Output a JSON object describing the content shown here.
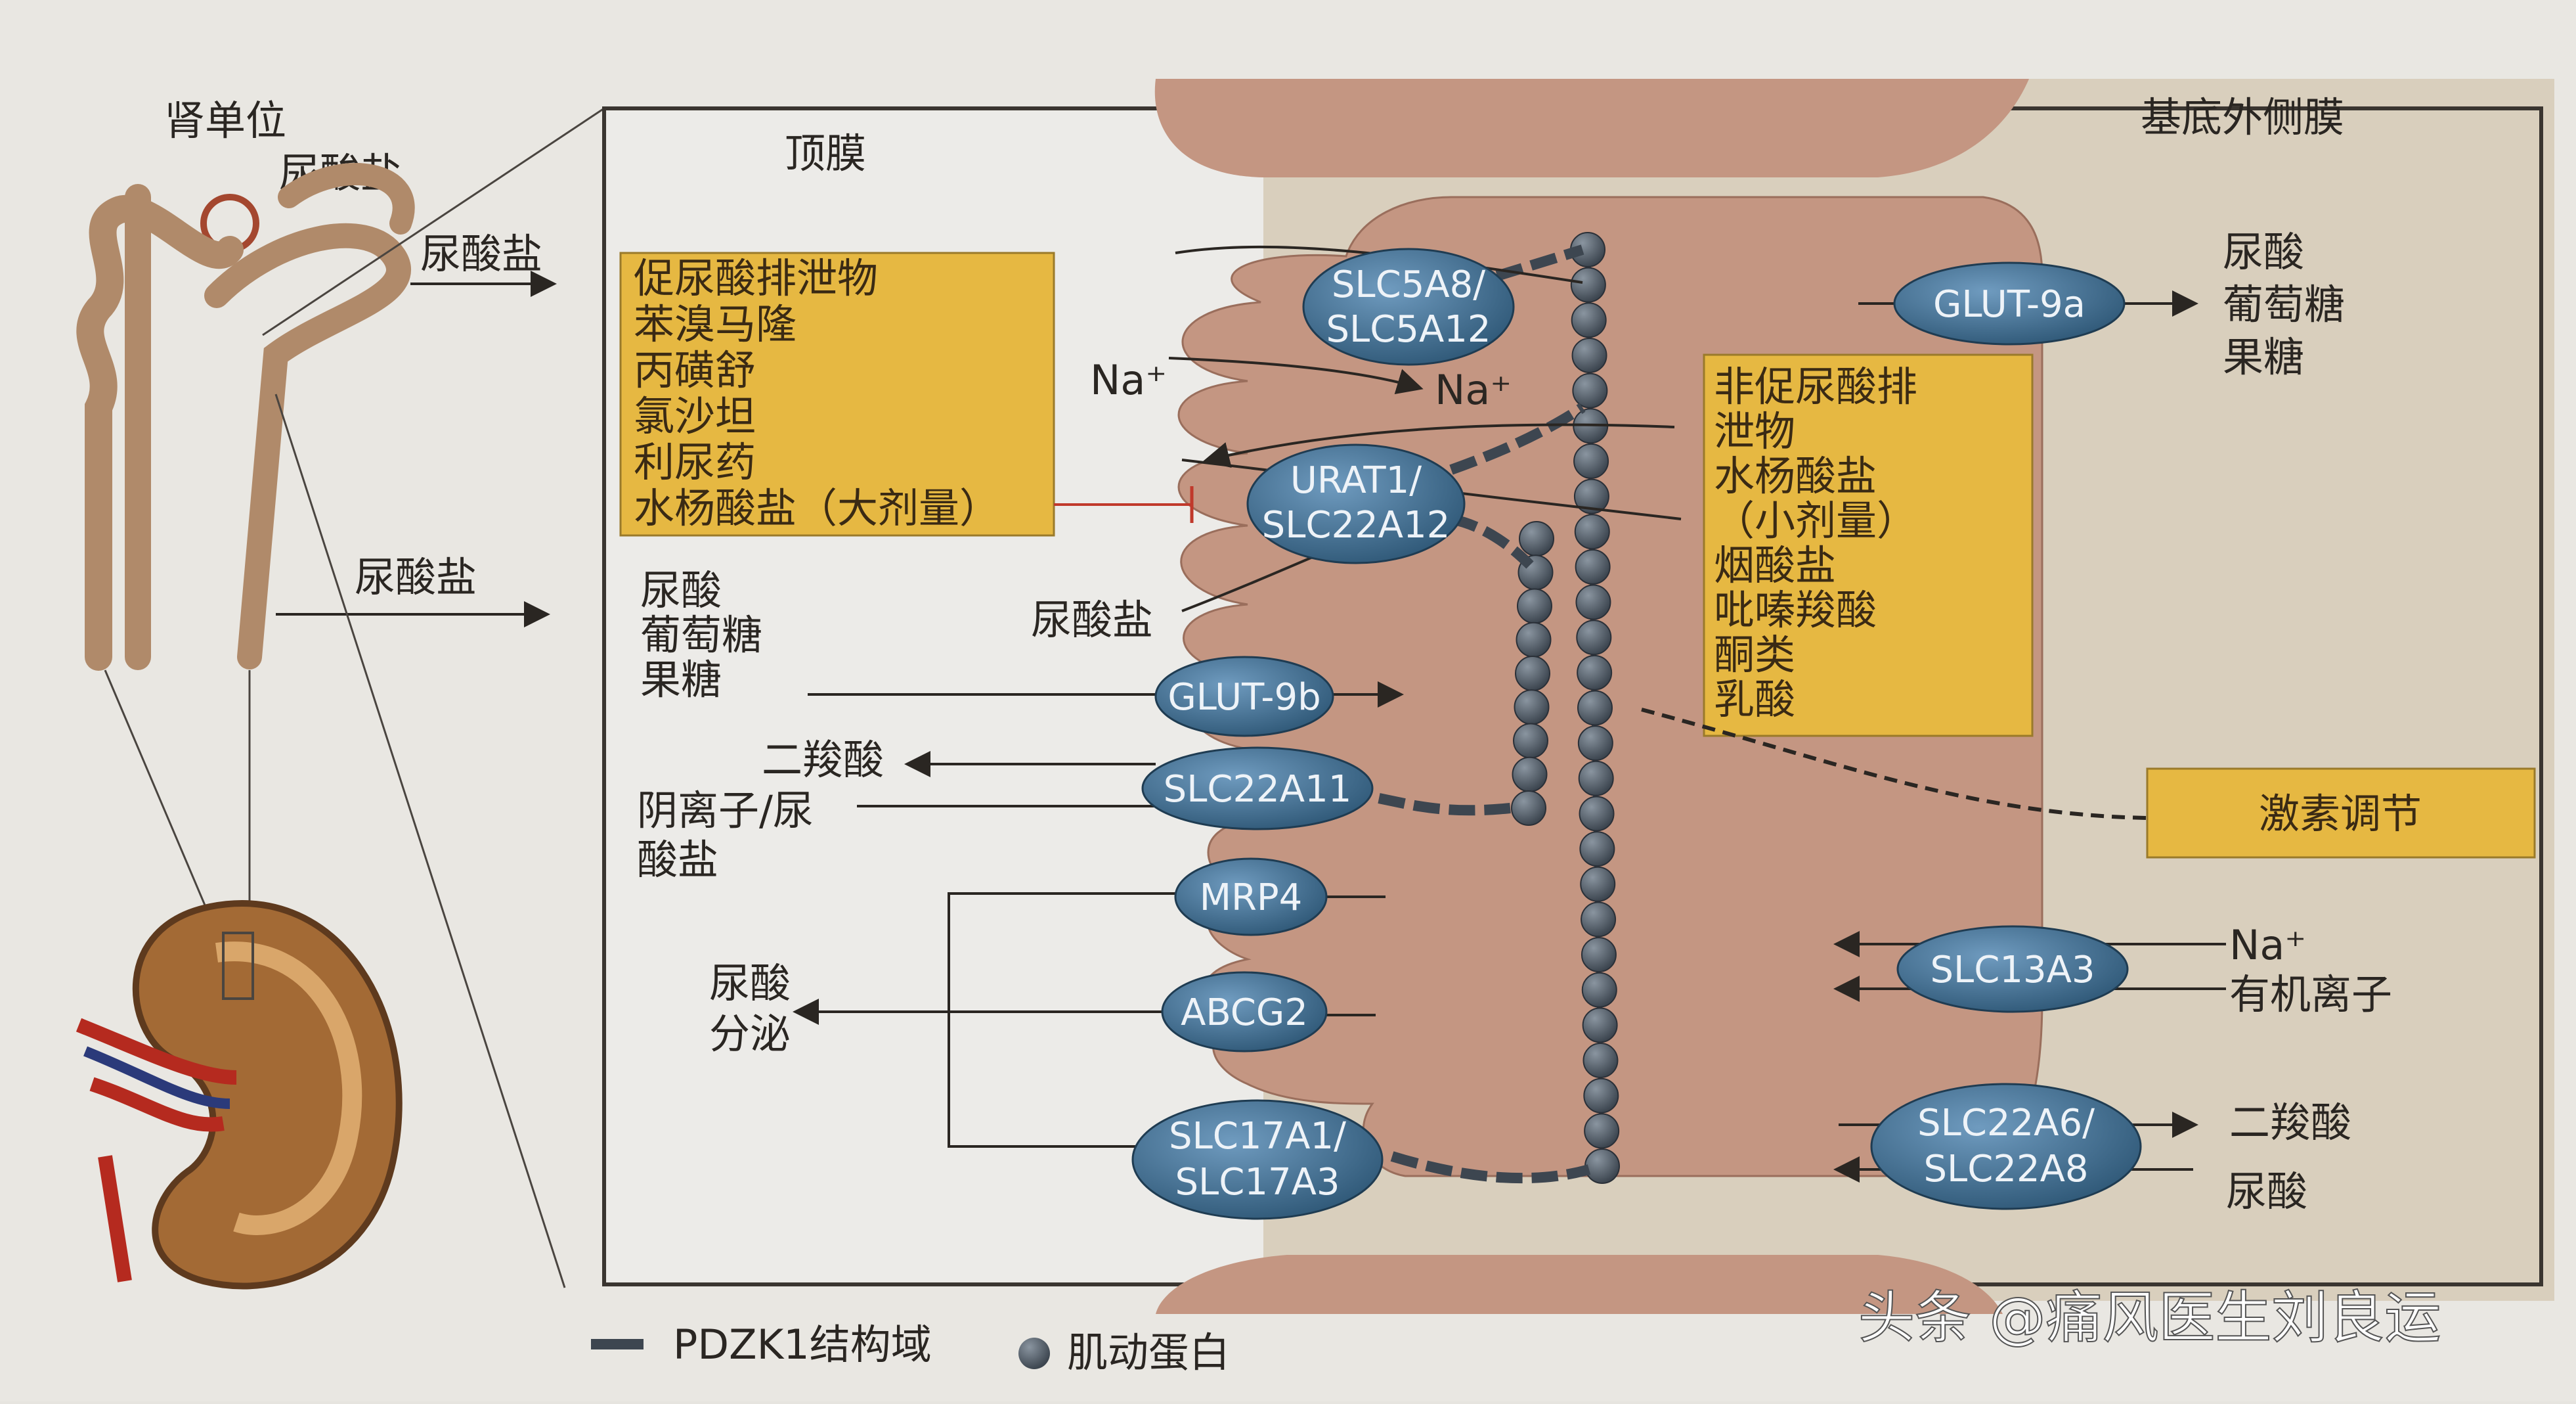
{
  "nephron": {
    "title": "肾单位",
    "urate_top": "尿酸盐",
    "urate_arrow1": "尿酸盐",
    "urate_arrow2": "尿酸盐"
  },
  "cell": {
    "apical_label": "顶膜",
    "basolateral_label": "基底外侧膜",
    "uricosuric_box": [
      "促尿酸排泄物",
      "苯溴马隆",
      "丙磺舒",
      "氯沙坦",
      "利尿药",
      "水杨酸盐（大剂量）"
    ],
    "nonuricosuric_box": [
      "非促尿酸排",
      "泄物",
      "水杨酸盐",
      "（小剂量）",
      "烟酸盐",
      "吡嗪羧酸",
      "酮类",
      "乳酸"
    ],
    "hormone_box": "激素调节",
    "left_labels": {
      "na_in": "Na⁺",
      "na_out": "Na⁺",
      "urate": "尿酸盐",
      "urate_glut_in": [
        "尿酸",
        "葡萄糖",
        "果糖"
      ],
      "dicarboxylate": "二羧酸",
      "anion_urate": [
        "阴离子/尿",
        "酸盐"
      ],
      "secretion": [
        "尿酸",
        "分泌"
      ]
    },
    "right_labels": {
      "glut9a_out": [
        "尿酸",
        "葡萄糖",
        "果糖"
      ],
      "slc13a3": [
        "Na⁺",
        "有机离子"
      ],
      "slc22a6": [
        "二羧酸",
        "尿酸"
      ]
    },
    "transporters": {
      "slc5a8": [
        "SLC5A8/",
        "SLC5A12"
      ],
      "urat1": [
        "URAT1/",
        "SLC22A12"
      ],
      "glut9b": "GLUT-9b",
      "slc22a11": "SLC22A11",
      "mrp4": "MRP4",
      "abcg2": "ABCG2",
      "slc17a1": [
        "SLC17A1/",
        "SLC17A3"
      ],
      "glut9a": "GLUT-9a",
      "slc13a3": "SLC13A3",
      "slc22a6": [
        "SLC22A6/",
        "SLC22A8"
      ]
    }
  },
  "legend": {
    "pdzk1": "PDZK1结构域",
    "myosin": "肌动蛋白"
  },
  "watermark": "头条 @痛风医生刘良运",
  "colors": {
    "transporter": "#3f6e92",
    "cell_body": "#c49682",
    "yellow_box": "#e6b842",
    "interstitium": "#d9cfbd"
  }
}
